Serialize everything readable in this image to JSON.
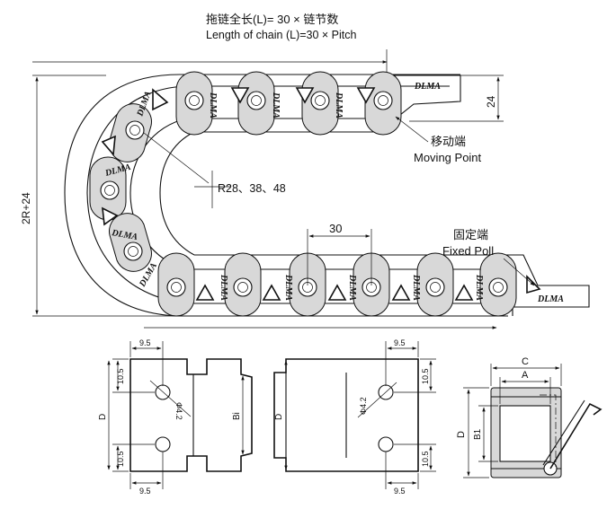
{
  "header": {
    "length_cn": "拖链全长(L)= 30 × 链节数",
    "length_en": "Length of chain (L)=30 × Pitch"
  },
  "labels": {
    "moving_cn": "移动端",
    "moving_en": "Moving Point",
    "fixed_cn": "固定端",
    "fixed_en": "Fixed Poll",
    "radius": "R28、38、48",
    "pitch": "30",
    "height_24": "24",
    "outer_height": "2R+24",
    "brand": "DLMA"
  },
  "views": {
    "left": {
      "top_width": "9.5",
      "top_gap": "10.5",
      "bottom_gap": "10.5",
      "bottom_width": "9.5",
      "hole": "Φ4.2",
      "height": "D",
      "inner": "Bi"
    },
    "middle": {
      "height": "D",
      "hole": "Φ4.2",
      "top_width": "9.5",
      "top_gap": "10.5",
      "bottom_gap": "10.5",
      "bottom_width": "9.5"
    },
    "right": {
      "outer": "C",
      "inner": "A",
      "height": "D",
      "inner_height": "B1"
    }
  }
}
